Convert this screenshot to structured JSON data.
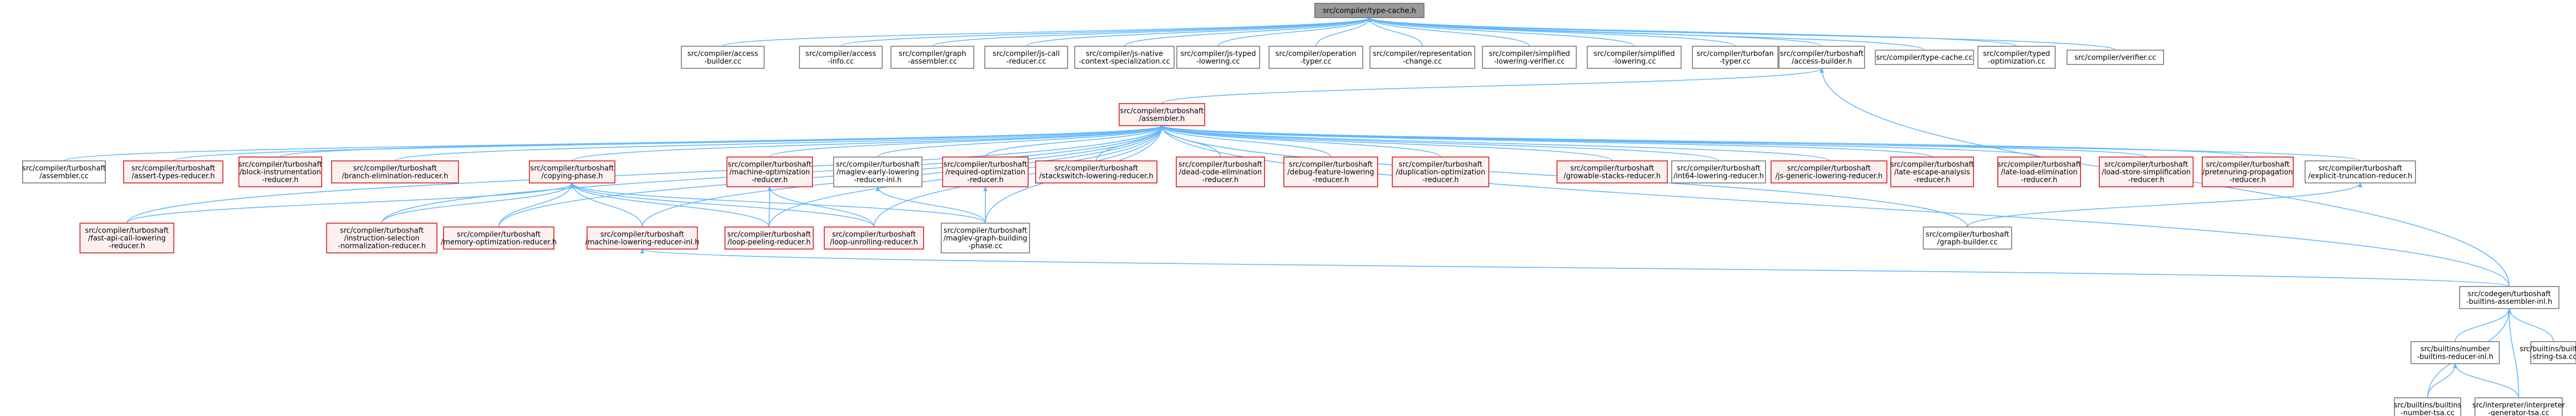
{
  "colors": {
    "edge": "#63b8ff",
    "root_fill": "#999999",
    "root_border": "#666666",
    "normal_fill": "#ffffff",
    "normal_border": "#666666",
    "red_fill": "#fff0f0",
    "red_border": "#cc0000"
  },
  "nodes": [
    {
      "id": "type_cache_h",
      "style": "root",
      "lines": [
        "src/compiler/type-cache.h"
      ]
    },
    {
      "id": "access_builder_cc",
      "style": "normal",
      "lines": [
        "src/compiler/access",
        "-builder.cc"
      ]
    },
    {
      "id": "access_info_cc",
      "style": "normal",
      "lines": [
        "src/compiler/access",
        "-info.cc"
      ]
    },
    {
      "id": "graph_assembler_cc",
      "style": "normal",
      "lines": [
        "src/compiler/graph",
        "-assembler.cc"
      ]
    },
    {
      "id": "js_call_reducer_cc",
      "style": "normal",
      "lines": [
        "src/compiler/js-call",
        "-reducer.cc"
      ]
    },
    {
      "id": "js_native_ctx_cc",
      "style": "normal",
      "lines": [
        "src/compiler/js-native",
        "-context-specialization.cc"
      ]
    },
    {
      "id": "js_typed_lowering_cc",
      "style": "normal",
      "lines": [
        "src/compiler/js-typed",
        "-lowering.cc"
      ]
    },
    {
      "id": "operation_typer_cc",
      "style": "normal",
      "lines": [
        "src/compiler/operation",
        "-typer.cc"
      ]
    },
    {
      "id": "representation_change_cc",
      "style": "normal",
      "lines": [
        "src/compiler/representation",
        "-change.cc"
      ]
    },
    {
      "id": "simplified_lowering_verifier_cc",
      "style": "normal",
      "lines": [
        "src/compiler/simplified",
        "-lowering-verifier.cc"
      ]
    },
    {
      "id": "simplified_lowering_cc",
      "style": "normal",
      "lines": [
        "src/compiler/simplified",
        "-lowering.cc"
      ]
    },
    {
      "id": "turbofan_typer_cc",
      "style": "normal",
      "lines": [
        "src/compiler/turbofan",
        "-typer.cc"
      ]
    },
    {
      "id": "ts_access_builder_h",
      "style": "normal",
      "lines": [
        "src/compiler/turboshaft",
        "/access-builder.h"
      ]
    },
    {
      "id": "type_cache_cc",
      "style": "normal",
      "lines": [
        "src/compiler/type-cache.cc"
      ]
    },
    {
      "id": "typed_optimization_cc",
      "style": "normal",
      "lines": [
        "src/compiler/typed",
        "-optimization.cc"
      ]
    },
    {
      "id": "verifier_cc",
      "style": "normal",
      "lines": [
        "src/compiler/verifier.cc"
      ]
    },
    {
      "id": "ts_assembler_h",
      "style": "red",
      "lines": [
        "src/compiler/turboshaft",
        "/assembler.h"
      ]
    },
    {
      "id": "ts_assembler_cc",
      "style": "normal",
      "lines": [
        "src/compiler/turboshaft",
        "/assembler.cc"
      ]
    },
    {
      "id": "ts_assert_types",
      "style": "red",
      "lines": [
        "src/compiler/turboshaft",
        "/assert-types-reducer.h"
      ]
    },
    {
      "id": "ts_block_instr",
      "style": "red",
      "lines": [
        "src/compiler/turboshaft",
        "/block-instrumentation",
        "-reducer.h"
      ]
    },
    {
      "id": "ts_branch_elim",
      "style": "red",
      "lines": [
        "src/compiler/turboshaft",
        "/branch-elimination-reducer.h"
      ]
    },
    {
      "id": "ts_copying_phase",
      "style": "red",
      "lines": [
        "src/compiler/turboshaft",
        "/copying-phase.h"
      ]
    },
    {
      "id": "ts_machine_opt",
      "style": "red",
      "lines": [
        "src/compiler/turboshaft",
        "/machine-optimization",
        "-reducer.h"
      ]
    },
    {
      "id": "ts_maglev_early",
      "style": "normal",
      "lines": [
        "src/compiler/turboshaft",
        "/maglev-early-lowering",
        "-reducer-inl.h"
      ]
    },
    {
      "id": "ts_required_opt",
      "style": "red",
      "lines": [
        "src/compiler/turboshaft",
        "/required-optimization",
        "-reducer.h"
      ]
    },
    {
      "id": "ts_stackswitch",
      "style": "red",
      "lines": [
        "src/compiler/turboshaft",
        "/stackswitch-lowering-reducer.h"
      ]
    },
    {
      "id": "ts_dead_code",
      "style": "red",
      "lines": [
        "src/compiler/turboshaft",
        "/dead-code-elimination",
        "-reducer.h"
      ]
    },
    {
      "id": "ts_debug_feature",
      "style": "red",
      "lines": [
        "src/compiler/turboshaft",
        "/debug-feature-lowering",
        "-reducer.h"
      ]
    },
    {
      "id": "ts_duplication_opt",
      "style": "red",
      "lines": [
        "src/compiler/turboshaft",
        "/duplication-optimization",
        "-reducer.h"
      ]
    },
    {
      "id": "ts_growable_stacks",
      "style": "red",
      "lines": [
        "src/compiler/turboshaft",
        "/growable-stacks-reducer.h"
      ]
    },
    {
      "id": "ts_int64_lowering",
      "style": "normal",
      "lines": [
        "src/compiler/turboshaft",
        "/int64-lowering-reducer.h"
      ]
    },
    {
      "id": "ts_js_generic",
      "style": "red",
      "lines": [
        "src/compiler/turboshaft",
        "/js-generic-lowering-reducer.h"
      ]
    },
    {
      "id": "ts_late_escape",
      "style": "red",
      "lines": [
        "src/compiler/turboshaft",
        "/late-escape-analysis",
        "-reducer.h"
      ]
    },
    {
      "id": "ts_late_load_elim",
      "style": "red",
      "lines": [
        "src/compiler/turboshaft",
        "/late-load-elimination",
        "-reducer.h"
      ]
    },
    {
      "id": "ts_load_store_simpl",
      "style": "red",
      "lines": [
        "src/compiler/turboshaft",
        "/load-store-simplification",
        "-reducer.h"
      ]
    },
    {
      "id": "ts_pretenuring",
      "style": "red",
      "lines": [
        "src/compiler/turboshaft",
        "/pretenuring-propagation",
        "-reducer.h"
      ]
    },
    {
      "id": "ts_explicit_trunc",
      "style": "normal",
      "lines": [
        "src/compiler/turboshaft",
        "/explicit-truncation-reducer.h"
      ]
    },
    {
      "id": "ts_fast_api_call",
      "style": "red",
      "lines": [
        "src/compiler/turboshaft",
        "/fast-api-call-lowering",
        "-reducer.h"
      ]
    },
    {
      "id": "ts_instr_selection",
      "style": "red",
      "lines": [
        "src/compiler/turboshaft",
        "/instruction-selection",
        "-normalization-reducer.h"
      ]
    },
    {
      "id": "ts_memory_opt",
      "style": "red",
      "lines": [
        "src/compiler/turboshaft",
        "/memory-optimization-reducer.h"
      ]
    },
    {
      "id": "ts_machine_lowering",
      "style": "red",
      "lines": [
        "src/compiler/turboshaft",
        "/machine-lowering-reducer-inl.h"
      ]
    },
    {
      "id": "ts_loop_peeling",
      "style": "red",
      "lines": [
        "src/compiler/turboshaft",
        "/loop-peeling-reducer.h"
      ]
    },
    {
      "id": "ts_loop_unrolling",
      "style": "red",
      "lines": [
        "src/compiler/turboshaft",
        "/loop-unrolling-reducer.h"
      ]
    },
    {
      "id": "ts_maglev_graph",
      "style": "normal",
      "lines": [
        "src/compiler/turboshaft",
        "/maglev-graph-building",
        "-phase.cc"
      ]
    },
    {
      "id": "ts_graph_builder",
      "style": "normal",
      "lines": [
        "src/compiler/turboshaft",
        "/graph-builder.cc"
      ]
    },
    {
      "id": "cg_builtins_asm",
      "style": "normal",
      "lines": [
        "src/codegen/turboshaft",
        "-builtins-assembler-inl.h"
      ]
    },
    {
      "id": "bi_number_reducer",
      "style": "normal",
      "lines": [
        "src/builtins/number",
        "-builtins-reducer-inl.h"
      ]
    },
    {
      "id": "bi_string_tsa",
      "style": "normal",
      "lines": [
        "src/builtins/builtins",
        "-string-tsa.cc"
      ]
    },
    {
      "id": "bi_number_tsa",
      "style": "normal",
      "lines": [
        "src/builtins/builtins",
        "-number-tsa.cc"
      ]
    },
    {
      "id": "interp_generator_tsa",
      "style": "normal",
      "lines": [
        "src/interpreter/interpreter",
        "-generator-tsa.cc"
      ]
    }
  ],
  "edges": [
    [
      "access_builder_cc",
      "type_cache_h"
    ],
    [
      "access_info_cc",
      "type_cache_h"
    ],
    [
      "graph_assembler_cc",
      "type_cache_h"
    ],
    [
      "js_call_reducer_cc",
      "type_cache_h"
    ],
    [
      "js_native_ctx_cc",
      "type_cache_h"
    ],
    [
      "js_typed_lowering_cc",
      "type_cache_h"
    ],
    [
      "operation_typer_cc",
      "type_cache_h"
    ],
    [
      "representation_change_cc",
      "type_cache_h"
    ],
    [
      "simplified_lowering_verifier_cc",
      "type_cache_h"
    ],
    [
      "simplified_lowering_cc",
      "type_cache_h"
    ],
    [
      "turbofan_typer_cc",
      "type_cache_h"
    ],
    [
      "ts_access_builder_h",
      "type_cache_h"
    ],
    [
      "type_cache_cc",
      "type_cache_h"
    ],
    [
      "typed_optimization_cc",
      "type_cache_h"
    ],
    [
      "verifier_cc",
      "type_cache_h"
    ],
    [
      "ts_assembler_h",
      "ts_access_builder_h"
    ],
    [
      "cg_builtins_asm",
      "ts_access_builder_h"
    ],
    [
      "ts_assembler_cc",
      "ts_assembler_h"
    ],
    [
      "ts_assert_types",
      "ts_assembler_h"
    ],
    [
      "ts_block_instr",
      "ts_assembler_h"
    ],
    [
      "ts_branch_elim",
      "ts_assembler_h"
    ],
    [
      "ts_copying_phase",
      "ts_assembler_h"
    ],
    [
      "ts_machine_opt",
      "ts_assembler_h"
    ],
    [
      "ts_maglev_early",
      "ts_assembler_h"
    ],
    [
      "ts_required_opt",
      "ts_assembler_h"
    ],
    [
      "ts_stackswitch",
      "ts_assembler_h"
    ],
    [
      "ts_dead_code",
      "ts_assembler_h"
    ],
    [
      "ts_debug_feature",
      "ts_assembler_h"
    ],
    [
      "ts_duplication_opt",
      "ts_assembler_h"
    ],
    [
      "ts_growable_stacks",
      "ts_assembler_h"
    ],
    [
      "ts_int64_lowering",
      "ts_assembler_h"
    ],
    [
      "ts_js_generic",
      "ts_assembler_h"
    ],
    [
      "ts_late_escape",
      "ts_assembler_h"
    ],
    [
      "ts_late_load_elim",
      "ts_assembler_h"
    ],
    [
      "ts_load_store_simpl",
      "ts_assembler_h"
    ],
    [
      "ts_pretenuring",
      "ts_assembler_h"
    ],
    [
      "ts_explicit_trunc",
      "ts_assembler_h"
    ],
    [
      "ts_fast_api_call",
      "ts_assembler_h"
    ],
    [
      "ts_instr_selection",
      "ts_assembler_h"
    ],
    [
      "ts_memory_opt",
      "ts_assembler_h"
    ],
    [
      "ts_machine_lowering",
      "ts_assembler_h"
    ],
    [
      "ts_loop_peeling",
      "ts_assembler_h"
    ],
    [
      "ts_loop_unrolling",
      "ts_assembler_h"
    ],
    [
      "ts_maglev_graph",
      "ts_assembler_h"
    ],
    [
      "ts_graph_builder",
      "ts_assembler_h"
    ],
    [
      "cg_builtins_asm",
      "ts_assembler_h"
    ],
    [
      "ts_fast_api_call",
      "ts_copying_phase"
    ],
    [
      "ts_instr_selection",
      "ts_copying_phase"
    ],
    [
      "ts_memory_opt",
      "ts_copying_phase"
    ],
    [
      "ts_machine_lowering",
      "ts_copying_phase"
    ],
    [
      "ts_loop_peeling",
      "ts_copying_phase"
    ],
    [
      "ts_loop_unrolling",
      "ts_copying_phase"
    ],
    [
      "ts_maglev_graph",
      "ts_copying_phase"
    ],
    [
      "ts_loop_peeling",
      "ts_machine_opt"
    ],
    [
      "ts_loop_unrolling",
      "ts_machine_opt"
    ],
    [
      "ts_maglev_graph",
      "ts_maglev_early"
    ],
    [
      "ts_maglev_graph",
      "ts_required_opt"
    ],
    [
      "ts_graph_builder",
      "ts_explicit_trunc"
    ],
    [
      "cg_builtins_asm",
      "ts_machine_lowering"
    ],
    [
      "bi_number_reducer",
      "cg_builtins_asm"
    ],
    [
      "bi_string_tsa",
      "cg_builtins_asm"
    ],
    [
      "bi_number_tsa",
      "cg_builtins_asm"
    ],
    [
      "interp_generator_tsa",
      "cg_builtins_asm"
    ],
    [
      "bi_number_tsa",
      "bi_number_reducer"
    ],
    [
      "interp_generator_tsa",
      "bi_number_reducer"
    ]
  ]
}
